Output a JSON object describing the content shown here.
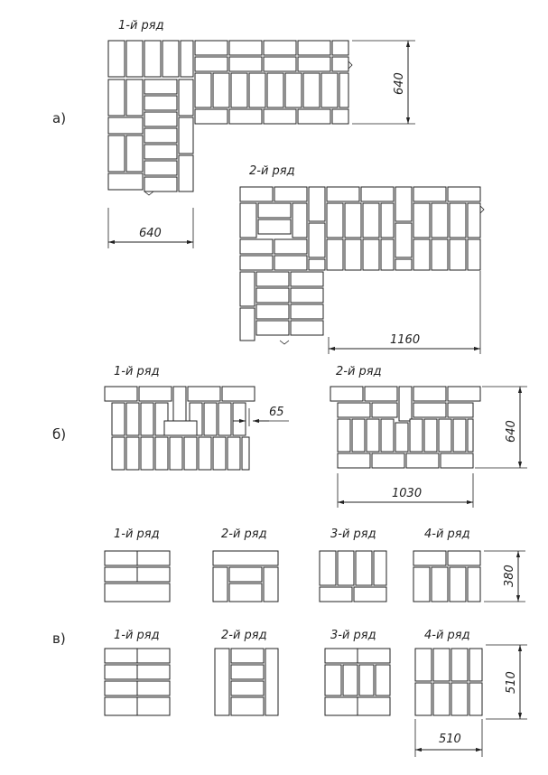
{
  "sections": {
    "a": "а)",
    "b": "б)",
    "v": "в)"
  },
  "rows": {
    "r1": "1-й ряд",
    "r2": "2-й ряд",
    "r3": "3-й ряд",
    "r4": "4-й ряд"
  },
  "dims": {
    "d640": "640",
    "d1160": "1160",
    "d65": "65",
    "d1030": "1030",
    "d380": "380",
    "d510": "510"
  }
}
